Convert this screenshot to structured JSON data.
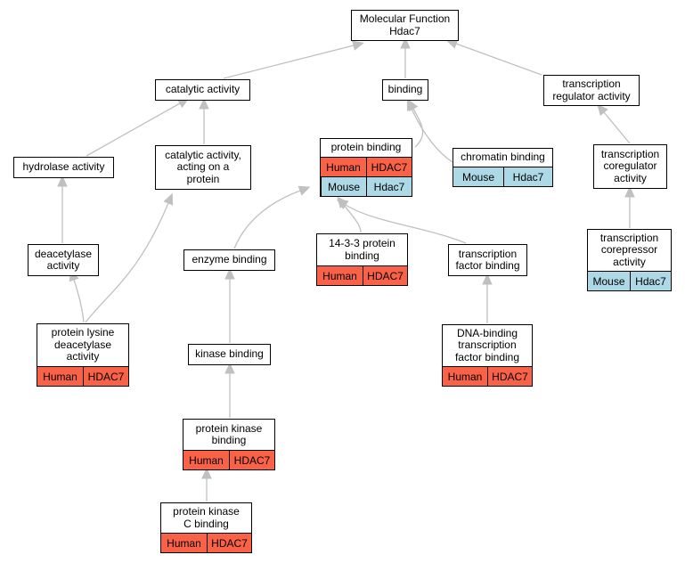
{
  "diagram": {
    "title": "Molecular Function\nHdac7",
    "colors": {
      "human": "#fa6248",
      "mouse": "#add9e6",
      "edge": "#c0c0c0"
    },
    "nodes": [
      {
        "id": "root",
        "label": "Molecular Function\nHdac7",
        "annotations": []
      },
      {
        "id": "catalytic",
        "label": "catalytic activity",
        "annotations": []
      },
      {
        "id": "binding",
        "label": "binding",
        "annotations": []
      },
      {
        "id": "tra",
        "label": "transcription\nregulator activity",
        "annotations": []
      },
      {
        "id": "hydrolase",
        "label": "hydrolase activity",
        "annotations": []
      },
      {
        "id": "cat_prot",
        "label": "catalytic activity,\nacting on a\nprotein",
        "annotations": []
      },
      {
        "id": "prot_binding",
        "label": "protein binding",
        "annotations": [
          {
            "species": "Human",
            "gene": "HDAC7"
          },
          {
            "species": "Mouse",
            "gene": "Hdac7"
          }
        ]
      },
      {
        "id": "chromatin",
        "label": "chromatin binding",
        "annotations": [
          {
            "species": "Mouse",
            "gene": "Hdac7"
          }
        ]
      },
      {
        "id": "coreg",
        "label": "transcription\ncoregulator\nactivity",
        "annotations": []
      },
      {
        "id": "deacetylase",
        "label": "deacetylase\nactivity",
        "annotations": []
      },
      {
        "id": "enzyme",
        "label": "enzyme binding",
        "annotations": []
      },
      {
        "id": "b1433",
        "label": "14-3-3 protein\nbinding",
        "annotations": [
          {
            "species": "Human",
            "gene": "HDAC7"
          }
        ]
      },
      {
        "id": "tfb",
        "label": "transcription\nfactor binding",
        "annotations": []
      },
      {
        "id": "corep",
        "label": "transcription\ncorepressor\nactivity",
        "annotations": [
          {
            "species": "Mouse",
            "gene": "Hdac7"
          }
        ]
      },
      {
        "id": "pld",
        "label": "protein lysine\ndeacetylase\nactivity",
        "annotations": [
          {
            "species": "Human",
            "gene": "HDAC7"
          }
        ]
      },
      {
        "id": "kinase",
        "label": "kinase binding",
        "annotations": []
      },
      {
        "id": "dna_tfb",
        "label": "DNA-binding\ntranscription\nfactor binding",
        "annotations": [
          {
            "species": "Human",
            "gene": "HDAC7"
          }
        ]
      },
      {
        "id": "pkb",
        "label": "protein kinase\nbinding",
        "annotations": [
          {
            "species": "Human",
            "gene": "HDAC7"
          }
        ]
      },
      {
        "id": "pkcb",
        "label": "protein kinase\nC binding",
        "annotations": [
          {
            "species": "Human",
            "gene": "HDAC7"
          }
        ]
      }
    ],
    "edges": [
      {
        "from": "catalytic",
        "to": "root"
      },
      {
        "from": "binding",
        "to": "root"
      },
      {
        "from": "tra",
        "to": "root"
      },
      {
        "from": "hydrolase",
        "to": "catalytic"
      },
      {
        "from": "cat_prot",
        "to": "catalytic"
      },
      {
        "from": "prot_binding",
        "to": "binding"
      },
      {
        "from": "chromatin",
        "to": "binding"
      },
      {
        "from": "coreg",
        "to": "tra"
      },
      {
        "from": "deacetylase",
        "to": "hydrolase"
      },
      {
        "from": "enzyme",
        "to": "prot_binding"
      },
      {
        "from": "b1433",
        "to": "prot_binding"
      },
      {
        "from": "tfb",
        "to": "prot_binding"
      },
      {
        "from": "corep",
        "to": "coreg"
      },
      {
        "from": "pld",
        "to": "deacetylase"
      },
      {
        "from": "pld",
        "to": "cat_prot"
      },
      {
        "from": "kinase",
        "to": "enzyme"
      },
      {
        "from": "dna_tfb",
        "to": "tfb"
      },
      {
        "from": "pkb",
        "to": "kinase"
      },
      {
        "from": "pkcb",
        "to": "pkb"
      }
    ]
  }
}
